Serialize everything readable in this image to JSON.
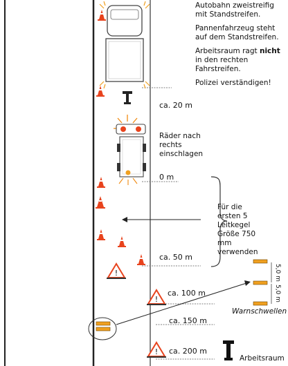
{
  "notes": [
    "Autobahn zweistreifig mit Standstreifen.",
    "Pannenfahrzeug steht auf dem Standstreifen.",
    "Polizei verständigen!"
  ],
  "note_workzone": {
    "pre": "Arbeitsraum ragt ",
    "bold": "nicht",
    "post": " in den rechten Fahrstreifen."
  },
  "wheel_label": "Räder nach rechts einschlagen",
  "cone_note": "Für die ersten 5 Leitkegel Größe 750 mm verwenden",
  "distances": {
    "d20": "ca. 20 m",
    "d0": "0 m",
    "d50": "ca. 50 m",
    "d100": "ca. 100 m",
    "d150": "ca. 150 m",
    "d200": "ca. 200 m"
  },
  "spacing": {
    "s1": "5,0 m",
    "s2": "5,0 m"
  },
  "legend": {
    "warnschwellen": "Warnschwellen",
    "arbeitsraum": "Arbeitsraum"
  },
  "colors": {
    "cone": "#e8431d",
    "glow": "#f08a10",
    "strip": "#f0a020",
    "line": "#222222"
  }
}
